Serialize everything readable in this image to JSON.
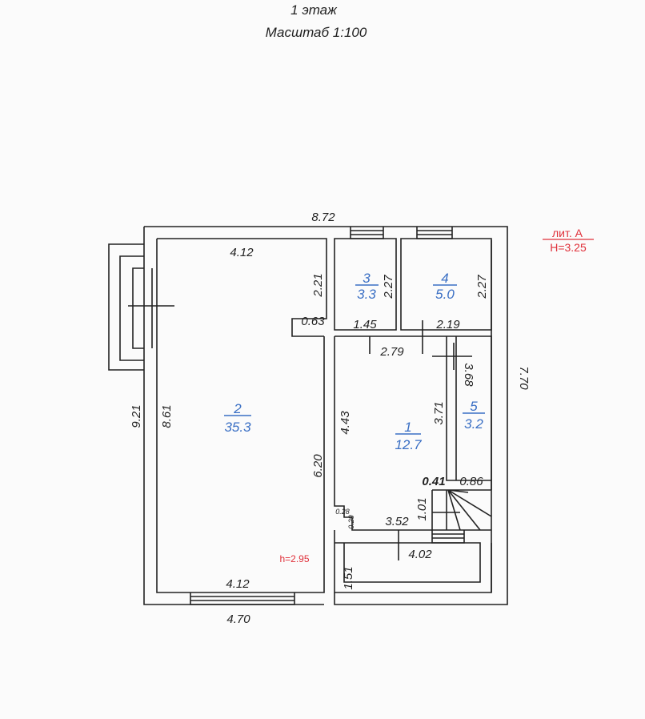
{
  "header": {
    "title": "1 этаж",
    "scale": "Масштаб 1:100"
  },
  "lit": {
    "name": "лит. А",
    "height": "H=3.25",
    "color": "#e0303a"
  },
  "room2_height": "h=2.95",
  "rooms": [
    {
      "number": "1",
      "area": "12.7"
    },
    {
      "number": "2",
      "area": "35.3"
    },
    {
      "number": "3",
      "area": "3.3"
    },
    {
      "number": "4",
      "area": "5.0"
    },
    {
      "number": "5",
      "area": "3.2"
    }
  ],
  "dims": {
    "top_total": "8.72",
    "r2_top": "4.12",
    "r2_right_upper": "2.21",
    "r3_height": "2.27",
    "r4_height": "2.27",
    "wall_063": "0.63",
    "r3_width": "1.45",
    "r4_width": "2.19",
    "r1_top": "2.79",
    "right_total": "7.70",
    "left_total": "9.21",
    "r2_left": "8.61",
    "r1_left": "4.43",
    "r1_right": "3.71",
    "r5_height": "3.68",
    "r2_right_lower": "6.20",
    "d041": "0.41",
    "d086": "0.86",
    "d101": "1.01",
    "d028": "0.28",
    "d029": "0.29",
    "r1_bottom": "3.52",
    "corridor_width": "4.02",
    "corridor_height": "1.51",
    "r2_bottom": "4.12",
    "bottom_total": "4.70"
  }
}
